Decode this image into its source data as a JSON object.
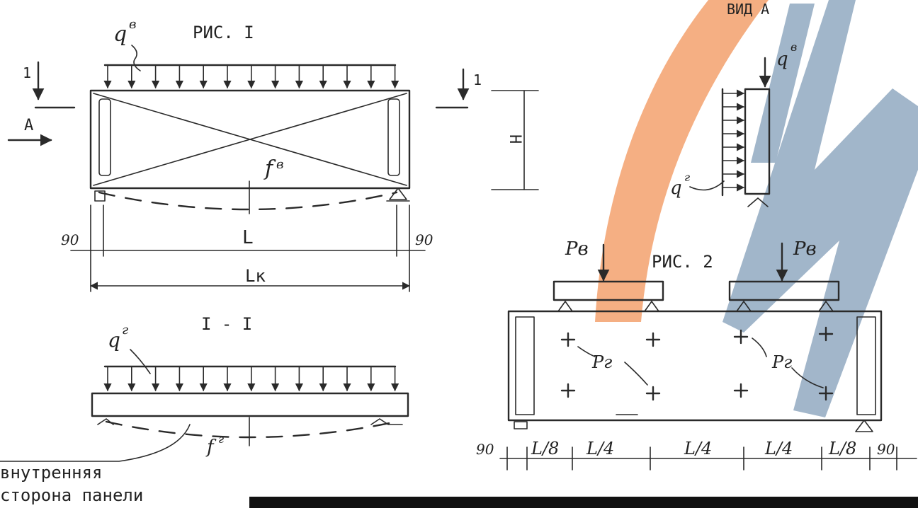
{
  "labels": {
    "fig1": "РИС. I",
    "fig2": "РИС. 2",
    "view_a": "ВИД А",
    "section": "I - I",
    "arrow_a": "A",
    "cut_mark_left": "1",
    "cut_mark_right": "1",
    "q_vertical": "q",
    "q_vertical_sup": "в",
    "q_horizontal": "q",
    "q_horizontal_sup": "г",
    "f_vertical": "f",
    "f_vertical_sup": "в",
    "f_horizontal": "f",
    "f_horizontal_sup": "г",
    "height": "H",
    "span": "L",
    "length": "Lк",
    "support_offset": "90",
    "p_vertical": "Pв",
    "p_horizontal": "Pг",
    "note_line1": "внутренняя",
    "note_line2": "сторона панели"
  },
  "fig2_dims": [
    "90",
    "L/8",
    "L/4",
    "L/4",
    "L/4",
    "L/8",
    "90"
  ],
  "watermark": {
    "orange": "#f4a878",
    "blue": "#9ab0c6"
  }
}
